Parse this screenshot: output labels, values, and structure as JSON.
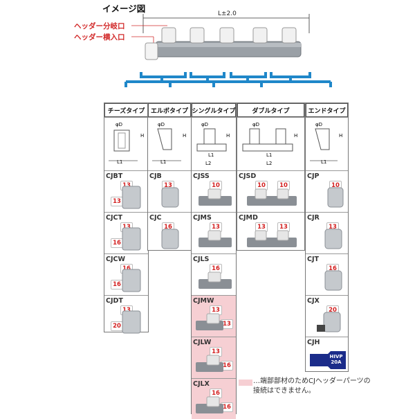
{
  "title": "イメージ図",
  "header_labels": {
    "branch_port": "ヘッダー分岐口",
    "inlet_port": "ヘッダー横入口"
  },
  "dimension_total": "L±2.0",
  "columns": [
    {
      "name": "チーズタイプ",
      "items": [
        {
          "code": "CJBT",
          "sizes": [
            "13",
            "13"
          ]
        },
        {
          "code": "CJCT",
          "sizes": [
            "13",
            "16"
          ]
        },
        {
          "code": "CJCW",
          "sizes": [
            "16",
            "16"
          ]
        },
        {
          "code": "CJDT",
          "sizes": [
            "13",
            "20"
          ]
        }
      ]
    },
    {
      "name": "エルボタイプ",
      "items": [
        {
          "code": "CJB",
          "sizes": [
            "13"
          ]
        },
        {
          "code": "CJC",
          "sizes": [
            "16"
          ]
        }
      ]
    },
    {
      "name": "シングルタイプ",
      "items": [
        {
          "code": "CJSS",
          "sizes": [
            "10"
          ]
        },
        {
          "code": "CJMS",
          "sizes": [
            "13"
          ]
        },
        {
          "code": "CJLS",
          "sizes": [
            "16"
          ]
        },
        {
          "code": "CJMW",
          "sizes": [
            "13",
            "13"
          ]
        },
        {
          "code": "CJLW",
          "sizes": [
            "13",
            "16"
          ]
        },
        {
          "code": "CJLX",
          "sizes": [
            "16",
            "16"
          ]
        }
      ]
    },
    {
      "name": "ダブルタイプ",
      "items": [
        {
          "code": "CJSD",
          "sizes": [
            "10",
            "10"
          ]
        },
        {
          "code": "CJMD",
          "sizes": [
            "13",
            "13"
          ]
        }
      ]
    },
    {
      "name": "エンドタイプ",
      "items": [
        {
          "code": "CJP",
          "sizes": [
            "10"
          ]
        },
        {
          "code": "CJR",
          "sizes": [
            "13"
          ]
        },
        {
          "code": "CJT",
          "sizes": [
            "16"
          ]
        },
        {
          "code": "CJX",
          "sizes": [
            "20"
          ]
        },
        {
          "code": "CJH",
          "sizes": [
            "HIVP 20A"
          ]
        }
      ]
    }
  ],
  "diagram_labels": {
    "phi_d": "φD",
    "h": "H",
    "l1": "L1",
    "l2": "L2"
  },
  "legend": "…端部部材のためCJヘッダーパーツの接続はできません。",
  "colors": {
    "blue": "#1f87c9",
    "pink": "#f6cfd3",
    "red": "#d32020",
    "gray": "#8a8f95"
  }
}
